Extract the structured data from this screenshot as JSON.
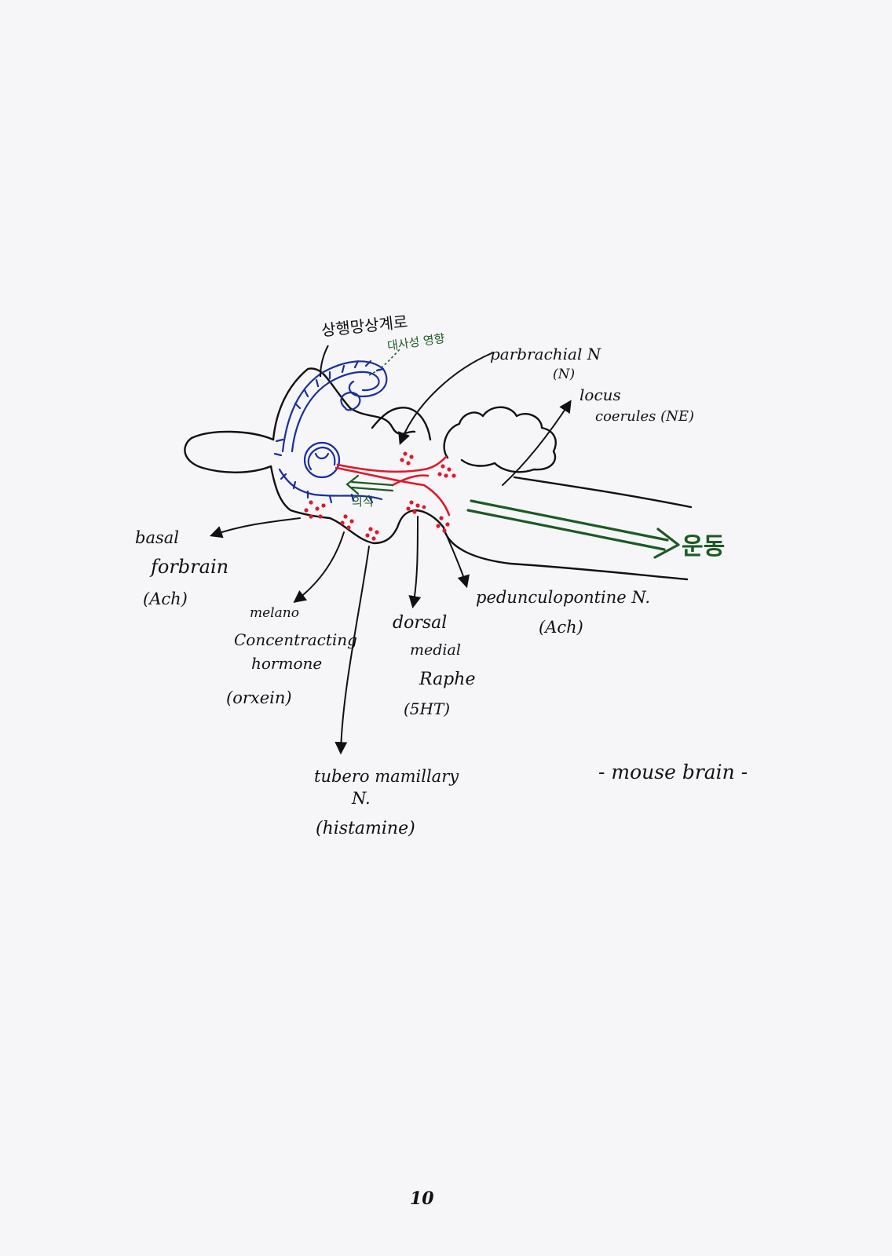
{
  "colors": {
    "ink": "#111111",
    "blue_tract": "#1a2f9e",
    "red_nuclei": "#e0192a",
    "green": "#1c5a24",
    "paper": "#f6f6f8"
  },
  "labels": {
    "upper_tract": "상행망상계로",
    "metabolic": "대사성 영향",
    "consciousness": "의식",
    "movement": "운동",
    "parabrachial_1": "parbrachial N",
    "parabrachial_2": "(N)",
    "locus_1": "locus",
    "locus_2": "coerules (NE)",
    "basal_1": "basal",
    "basal_2": "forbrain",
    "basal_3": "(Ach)",
    "mch_1": "melano",
    "mch_2": "Concentracting",
    "mch_3": "hormone",
    "mch_4": "(orxein)",
    "tubero_1": "tubero mamillary",
    "tubero_2": "N.",
    "tubero_3": "(histamine)",
    "raphe_1": "dorsal",
    "raphe_2": "medial",
    "raphe_3": "Raphe",
    "raphe_4": "(5HT)",
    "ppn_1": "pedunculopontine N.",
    "ppn_2": "(Ach)",
    "caption": "- mouse brain -",
    "page_number": "10"
  }
}
